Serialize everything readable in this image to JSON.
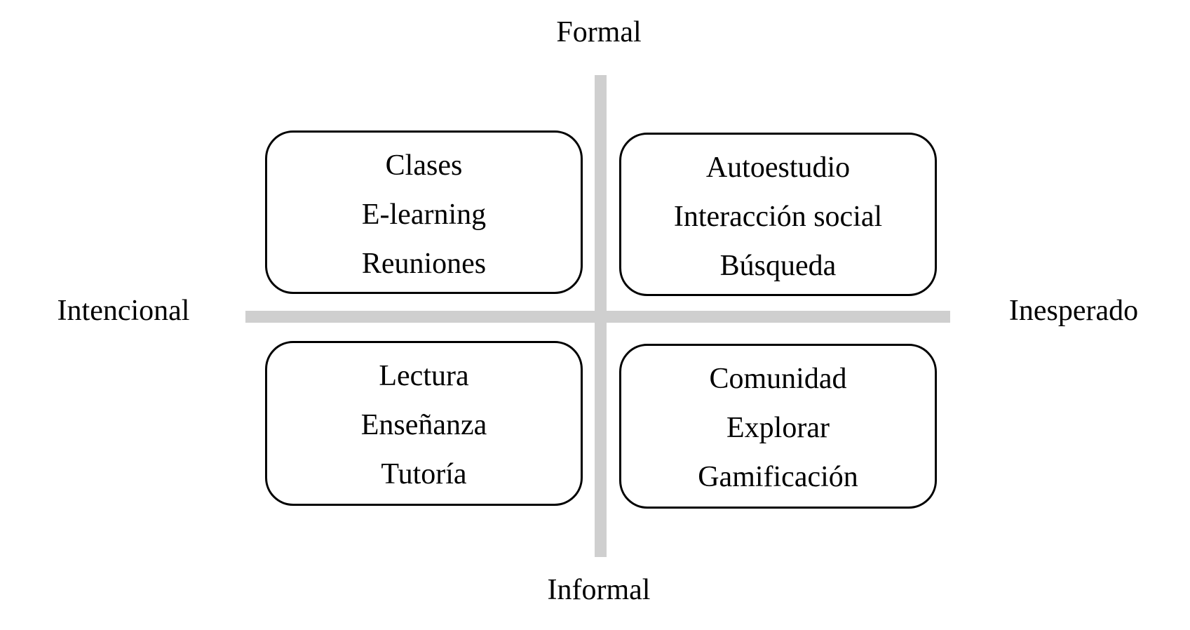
{
  "axes": {
    "top": "Formal",
    "bottom": "Informal",
    "left": "Intencional",
    "right": "Inesperado"
  },
  "quadrants": {
    "top_left": [
      "Clases",
      "E-learning",
      "Reuniones"
    ],
    "top_right": [
      "Autoestudio",
      "Interacción social",
      "Búsqueda"
    ],
    "bottom_left": [
      "Lectura",
      "Enseñanza",
      "Tutoría"
    ],
    "bottom_right": [
      "Comunidad",
      "Explorar",
      "Gamificación"
    ]
  },
  "colors": {
    "axis_bar": "#cfcfcf",
    "box_border": "#000000"
  }
}
